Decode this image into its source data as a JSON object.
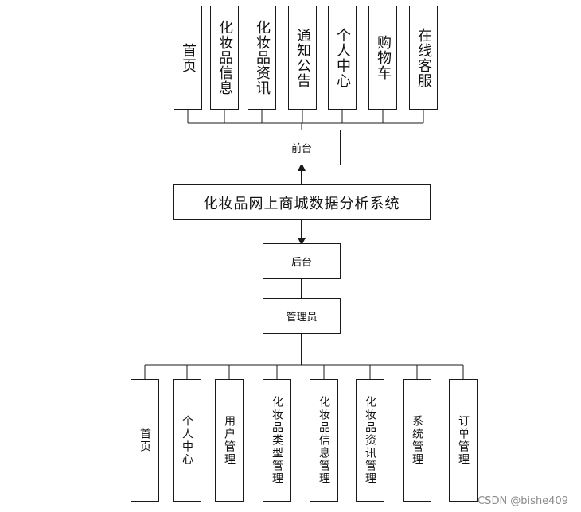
{
  "system": {
    "title": "化妆品网上商城数据分析系统",
    "frontend_label": "前台",
    "backend_label": "后台",
    "admin_label": "管理员"
  },
  "frontend_items": [
    "首页",
    "化妆品信息",
    "化妆品资讯",
    "通知公告",
    "个人中心",
    "购物车",
    "在线客服"
  ],
  "admin_items": [
    "首页",
    "个人中心",
    "用户管理",
    "化妆品类型管理",
    "化妆品信息管理",
    "化妆品资讯管理",
    "系统管理",
    "订单管理"
  ],
  "watermark": "CSDN @bishe409",
  "colors": {
    "line": "#1a1a1a",
    "box_border": "#1a1a1a",
    "text": "#111111",
    "watermark": "#8a8a8a"
  }
}
